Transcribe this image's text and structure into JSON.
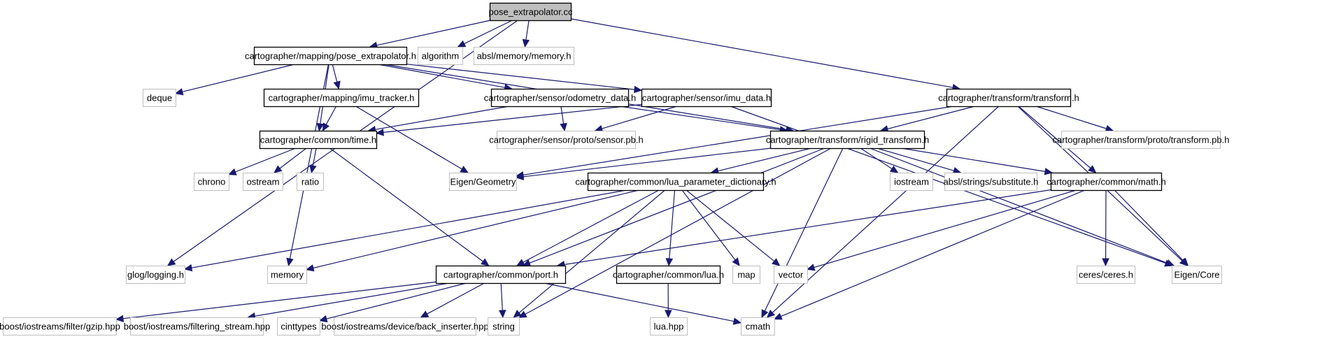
{
  "diagram": {
    "title": "pose_extrapolator.cc include dependency graph",
    "colors": {
      "edge": "#191970",
      "root_fill": "#bfbfbf",
      "root_border": "#000000",
      "project_border": "#000000",
      "external_border": "#bfbfbf",
      "node_fill": "#ffffff",
      "text": "#000000"
    },
    "nodes": [
      {
        "id": "root",
        "label": "pose_extrapolator.cc",
        "kind": "root"
      },
      {
        "id": "pe_h",
        "label": "cartographer/mapping/pose_extrapolator.h",
        "kind": "project"
      },
      {
        "id": "algorithm",
        "label": "algorithm",
        "kind": "external"
      },
      {
        "id": "absl_memory",
        "label": "absl/memory/memory.h",
        "kind": "external"
      },
      {
        "id": "deque",
        "label": "deque",
        "kind": "external"
      },
      {
        "id": "imu_tracker",
        "label": "cartographer/mapping/imu_tracker.h",
        "kind": "project"
      },
      {
        "id": "odometry_data",
        "label": "cartographer/sensor/odometry_data.h",
        "kind": "project"
      },
      {
        "id": "imu_data",
        "label": "cartographer/sensor/imu_data.h",
        "kind": "project"
      },
      {
        "id": "transform_h",
        "label": "cartographer/transform/transform.h",
        "kind": "project"
      },
      {
        "id": "time_h",
        "label": "cartographer/common/time.h",
        "kind": "project"
      },
      {
        "id": "sensor_pb",
        "label": "cartographer/sensor/proto/sensor.pb.h",
        "kind": "external"
      },
      {
        "id": "rigid",
        "label": "cartographer/transform/rigid_transform.h",
        "kind": "project"
      },
      {
        "id": "transform_pb",
        "label": "cartographer/transform/proto/transform.pb.h",
        "kind": "external"
      },
      {
        "id": "chrono",
        "label": "chrono",
        "kind": "external"
      },
      {
        "id": "ostream",
        "label": "ostream",
        "kind": "external"
      },
      {
        "id": "ratio",
        "label": "ratio",
        "kind": "external"
      },
      {
        "id": "eigen_geom",
        "label": "Eigen/Geometry",
        "kind": "external"
      },
      {
        "id": "lua_param",
        "label": "cartographer/common/lua_parameter_dictionary.h",
        "kind": "project"
      },
      {
        "id": "iostream",
        "label": "iostream",
        "kind": "external"
      },
      {
        "id": "absl_subst",
        "label": "absl/strings/substitute.h",
        "kind": "external"
      },
      {
        "id": "math_h",
        "label": "cartographer/common/math.h",
        "kind": "project"
      },
      {
        "id": "glog",
        "label": "glog/logging.h",
        "kind": "external"
      },
      {
        "id": "memory",
        "label": "memory",
        "kind": "external"
      },
      {
        "id": "port_h",
        "label": "cartographer/common/port.h",
        "kind": "project"
      },
      {
        "id": "lua_h",
        "label": "cartographer/common/lua.h",
        "kind": "project"
      },
      {
        "id": "map",
        "label": "map",
        "kind": "external"
      },
      {
        "id": "vector",
        "label": "vector",
        "kind": "external"
      },
      {
        "id": "ceres",
        "label": "ceres/ceres.h",
        "kind": "external"
      },
      {
        "id": "eigen_core",
        "label": "Eigen/Core",
        "kind": "external"
      },
      {
        "id": "gzip",
        "label": "boost/iostreams/filter/gzip.hpp",
        "kind": "external"
      },
      {
        "id": "filtering",
        "label": "boost/iostreams/filtering_stream.hpp",
        "kind": "external"
      },
      {
        "id": "cinttypes",
        "label": "cinttypes",
        "kind": "external"
      },
      {
        "id": "back_inserter",
        "label": "boost/iostreams/device/back_inserter.hpp",
        "kind": "external"
      },
      {
        "id": "string",
        "label": "string",
        "kind": "external"
      },
      {
        "id": "lua_hpp",
        "label": "lua.hpp",
        "kind": "external"
      },
      {
        "id": "cmath",
        "label": "cmath",
        "kind": "external"
      }
    ],
    "edges": [
      [
        "root",
        "pe_h"
      ],
      [
        "root",
        "algorithm"
      ],
      [
        "root",
        "absl_memory"
      ],
      [
        "root",
        "glog"
      ],
      [
        "root",
        "transform_h"
      ],
      [
        "pe_h",
        "deque"
      ],
      [
        "pe_h",
        "imu_tracker"
      ],
      [
        "pe_h",
        "odometry_data"
      ],
      [
        "pe_h",
        "imu_data"
      ],
      [
        "pe_h",
        "time_h"
      ],
      [
        "pe_h",
        "memory"
      ],
      [
        "pe_h",
        "rigid"
      ],
      [
        "imu_tracker",
        "time_h"
      ],
      [
        "imu_tracker",
        "eigen_geom"
      ],
      [
        "odometry_data",
        "time_h"
      ],
      [
        "odometry_data",
        "sensor_pb"
      ],
      [
        "odometry_data",
        "rigid"
      ],
      [
        "imu_data",
        "time_h"
      ],
      [
        "imu_data",
        "sensor_pb"
      ],
      [
        "imu_data",
        "eigen_core"
      ],
      [
        "transform_h",
        "rigid"
      ],
      [
        "transform_h",
        "eigen_geom"
      ],
      [
        "transform_h",
        "transform_pb"
      ],
      [
        "transform_h",
        "math_h"
      ],
      [
        "transform_h",
        "eigen_core"
      ],
      [
        "transform_h",
        "cmath"
      ],
      [
        "time_h",
        "chrono"
      ],
      [
        "time_h",
        "ostream"
      ],
      [
        "time_h",
        "ratio"
      ],
      [
        "time_h",
        "port_h"
      ],
      [
        "rigid",
        "eigen_geom"
      ],
      [
        "rigid",
        "lua_param"
      ],
      [
        "rigid",
        "iostream"
      ],
      [
        "rigid",
        "absl_subst"
      ],
      [
        "rigid",
        "math_h"
      ],
      [
        "rigid",
        "eigen_core"
      ],
      [
        "rigid",
        "port_h"
      ],
      [
        "rigid",
        "string"
      ],
      [
        "rigid",
        "cmath"
      ],
      [
        "lua_param",
        "glog"
      ],
      [
        "lua_param",
        "memory"
      ],
      [
        "lua_param",
        "port_h"
      ],
      [
        "lua_param",
        "lua_h"
      ],
      [
        "lua_param",
        "map"
      ],
      [
        "lua_param",
        "vector"
      ],
      [
        "lua_param",
        "string"
      ],
      [
        "math_h",
        "port_h"
      ],
      [
        "math_h",
        "vector"
      ],
      [
        "math_h",
        "ceres"
      ],
      [
        "math_h",
        "eigen_core"
      ],
      [
        "math_h",
        "cmath"
      ],
      [
        "port_h",
        "gzip"
      ],
      [
        "port_h",
        "filtering"
      ],
      [
        "port_h",
        "cinttypes"
      ],
      [
        "port_h",
        "back_inserter"
      ],
      [
        "port_h",
        "string"
      ],
      [
        "port_h",
        "cmath"
      ],
      [
        "lua_h",
        "lua_hpp"
      ]
    ]
  }
}
